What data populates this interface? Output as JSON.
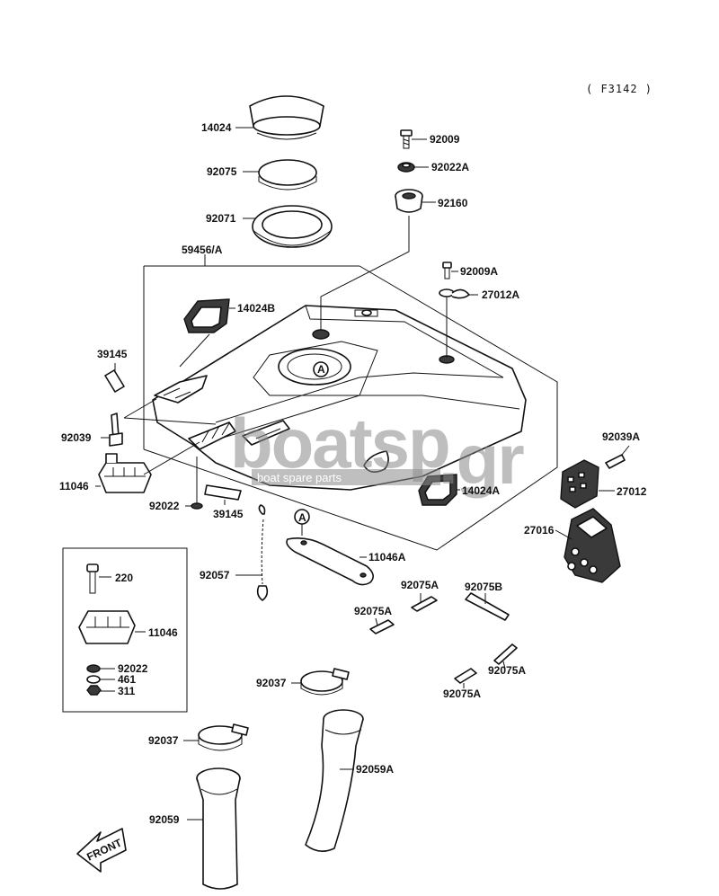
{
  "figure": {
    "code": "( F3142 )"
  },
  "watermark": {
    "brand": "boatsp",
    "suffix": ".gr",
    "tagline": "boat spare parts",
    "color": "#8a8a8a"
  },
  "parts": {
    "p14024": "14024",
    "p92075": "92075",
    "p92071": "92071",
    "p92009": "92009",
    "p92022A": "92022A",
    "p92160": "92160",
    "p59456A": "59456/A",
    "p92009A": "92009A",
    "p27012A": "27012A",
    "p14024B": "14024B",
    "p39145_top": "39145",
    "p92039": "92039",
    "p11046": "11046",
    "p92022": "92022",
    "p39145_bottom": "39145",
    "p14024A": "14024A",
    "p92039A": "92039A",
    "p27012": "27012",
    "p27016": "27016",
    "p11046A": "11046A",
    "p92057": "92057",
    "p92075A_1": "92075A",
    "p92075B": "92075B",
    "p92075A_2": "92075A",
    "p92075A_3": "92075A",
    "p92075A_4": "92075A",
    "p220": "220",
    "p11046_inset": "11046",
    "p92022_inset": "92022",
    "p461": "461",
    "p311": "311",
    "p92037_right": "92037",
    "p92037_left": "92037",
    "p92059A": "92059A",
    "p92059": "92059"
  },
  "callouts": {
    "ref_a_top": "A",
    "ref_a_bottom": "A"
  },
  "front_arrow": {
    "label": "FRONT"
  }
}
